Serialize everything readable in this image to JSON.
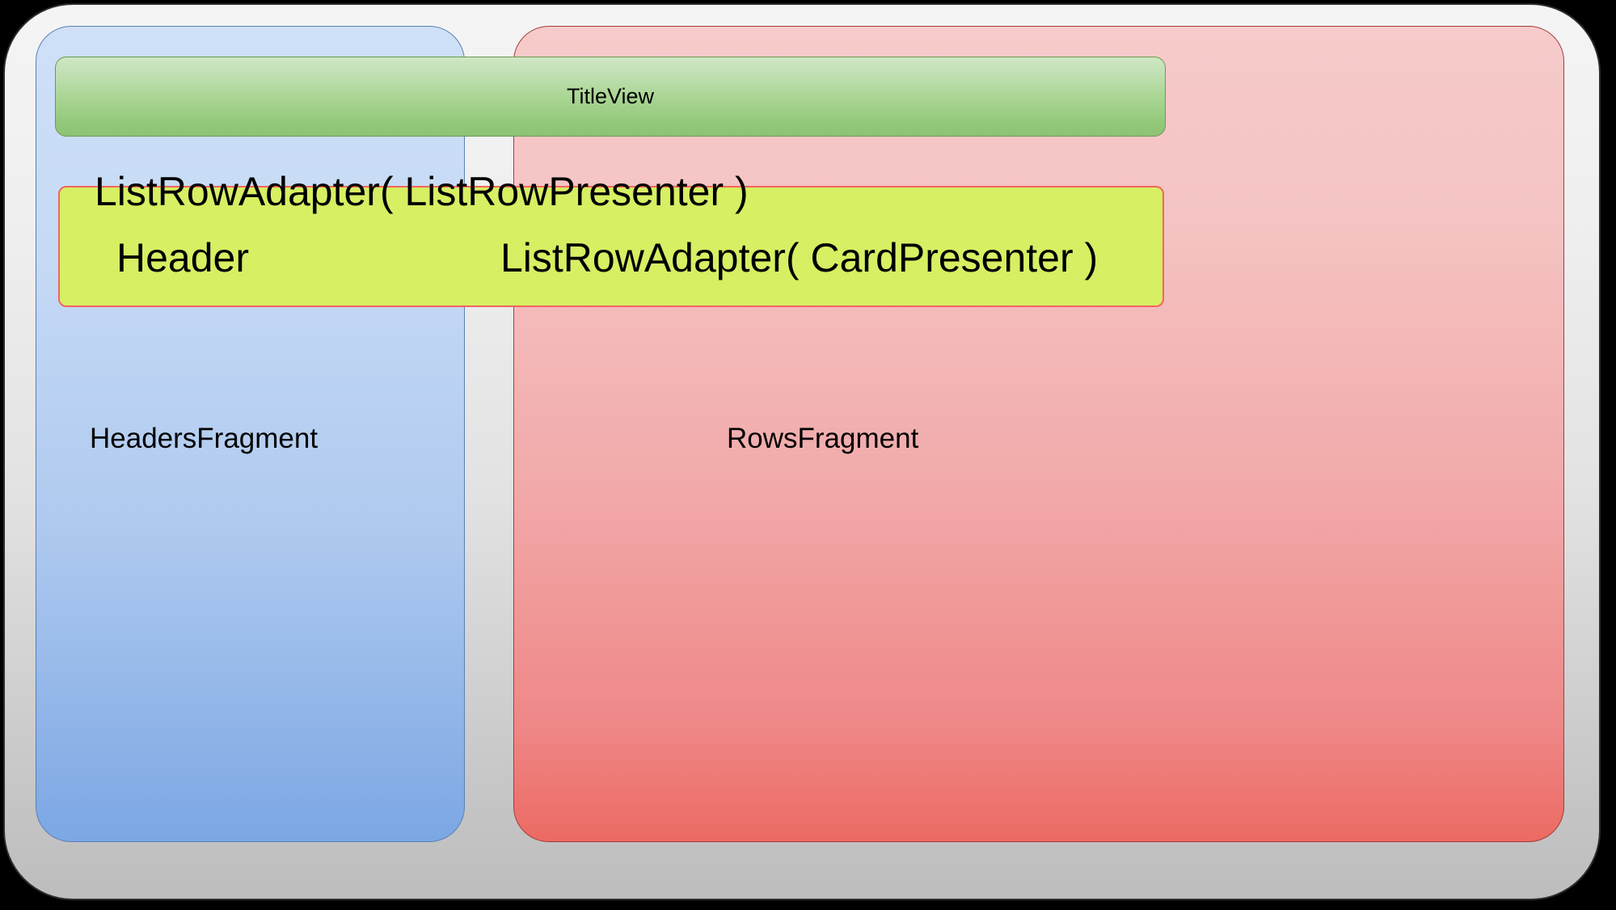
{
  "diagram": {
    "title": "Android Leanback BrowseFragment structure",
    "colors": {
      "headers_fragment_fill": "#aec9ef",
      "rows_fragment_fill": "#f2aaaa",
      "title_view_fill": "#aad694",
      "row_box_fill": "#d6ef63",
      "row_box_border": "#f4645f",
      "shell_fill": "#e2e2e2",
      "background": "#000000",
      "text": "#000000"
    },
    "shell": {
      "name": "outer-container"
    },
    "panels": [
      {
        "id": "headers-fragment",
        "label": "HeadersFragment"
      },
      {
        "id": "rows-fragment",
        "label": "RowsFragment"
      }
    ],
    "title_view": {
      "label": "TitleView"
    },
    "row": {
      "adapter_caption": "ListRowAdapter( ListRowPresenter )",
      "header_label": "Header",
      "card_adapter_label": "ListRowAdapter( CardPresenter )"
    }
  }
}
